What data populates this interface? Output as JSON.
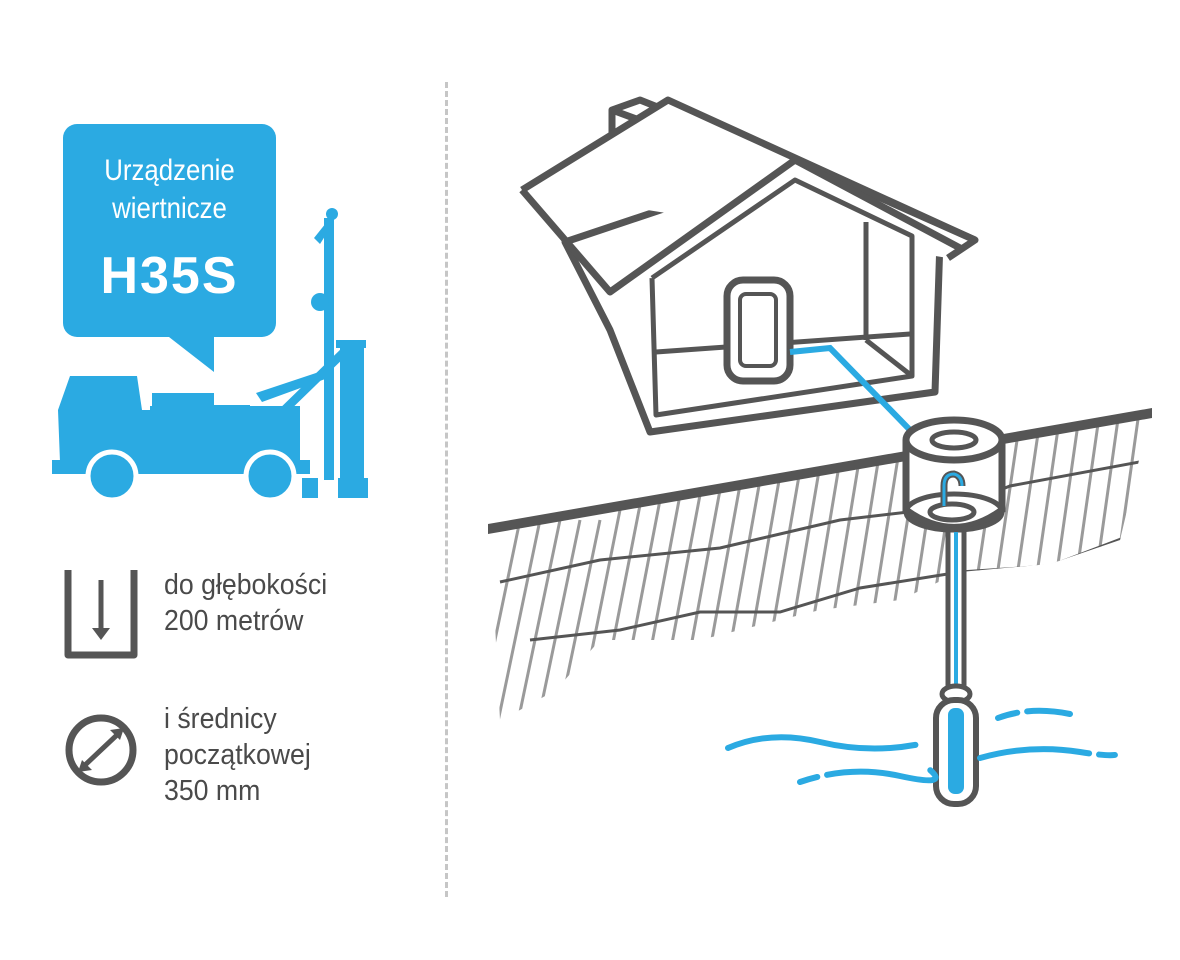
{
  "bubble": {
    "line1": "Urządzenie",
    "line2": "wiertnicze",
    "model": "H35S"
  },
  "features": {
    "depth": {
      "line1": "do głębokości",
      "line2": "200 metrów",
      "icon": "down-arrow-icon"
    },
    "diameter": {
      "line1": "i średnicy",
      "line2": "początkowej",
      "line3": "350 mm",
      "icon": "diameter-icon"
    }
  },
  "colors": {
    "accent": "#2baae2",
    "dark": "#555555",
    "text": "#4a4a4a",
    "divider": "#c6c6c6"
  }
}
